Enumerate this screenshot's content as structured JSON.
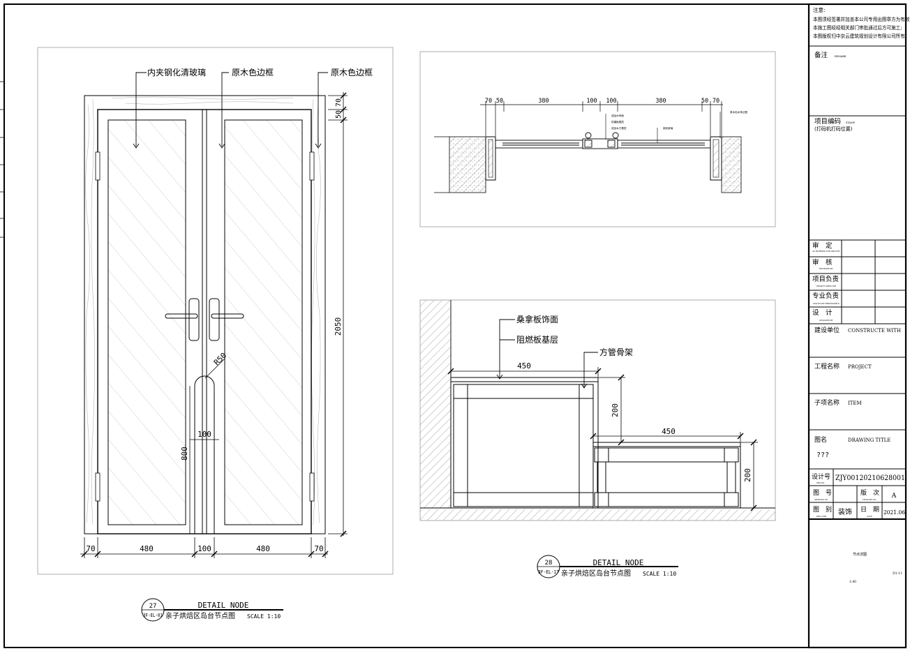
{
  "sheet": {
    "notes": {
      "title": "注意:",
      "lines": [
        "本图须经签署并加盖本公司专用出图章方为有效;",
        "本施工图经经相关部门审批通过后方可施工;",
        "本图版权归中京云建筑规划设计有限公司所有。"
      ]
    },
    "remark": {
      "label": "备注",
      "sub": "REMARK"
    },
    "project_code": {
      "label": "项目编码",
      "sub": "STAMP",
      "note": "(打码机打码位置)"
    },
    "signoffs": [
      {
        "label": "审　定",
        "sub": "AUTHORIZED FOR ISSUE BY"
      },
      {
        "label": "审　核",
        "sub": "REVIEWED BY"
      },
      {
        "label": "项目负责",
        "sub": "PROJECT DIRECTOR"
      },
      {
        "label": "专业负责",
        "sub": "DISCIPLINE RESPONSIBLE"
      },
      {
        "label": "设　计",
        "sub": "DESIGNED BY"
      }
    ],
    "construct_unit": {
      "label": "建设单位",
      "en": "CONSTRUCTE WITH"
    },
    "project_name": {
      "label": "工程名称",
      "en": "PROJECT"
    },
    "item_name": {
      "label": "子项名称",
      "en": "ITEM"
    },
    "drawing_title": {
      "label": "图名",
      "en": "DRAWING TITLE",
      "value": "???"
    },
    "design_no": {
      "label": "设计号",
      "sub": "PRO.NO.",
      "value": "ZJY00120210628001"
    },
    "drawing_no": {
      "label": "图　号",
      "sub": "DRAWING NO.",
      "version_label": "版　次",
      "version_sub": "CHANGES NO.",
      "version": "A"
    },
    "category": {
      "label": "图　别",
      "sub": "DWG.TYPE",
      "value": "装饰",
      "date_label": "日　期",
      "date_sub": "DATE",
      "date": "2021.06"
    },
    "footer": {
      "name": "节点详图",
      "code": "D1-11",
      "scale": "1:40"
    }
  },
  "door": {
    "labels": [
      "内夹钢化清玻璃",
      "原木色边框",
      "原木色边框"
    ],
    "dims_bottom": [
      "70",
      "480",
      "100",
      "480",
      "70"
    ],
    "dims_right": [
      "70",
      "50",
      "2050"
    ],
    "radius": "R50",
    "arch_width": "100",
    "arch_height": "800",
    "caption": {
      "num": "27",
      "ref": "3F-EL-01",
      "title": "DETAIL NODE",
      "name": "亲子烘焙区岛台节点图",
      "scale": "SCALE 1:10"
    }
  },
  "plan": {
    "dims_top": [
      "70",
      "50",
      "380",
      "100",
      "100",
      "380",
      "50",
      "70"
    ],
    "tiny_labels": [
      "成品木饰面",
      "防磨板基层",
      "成品木方基层",
      "钢化玻璃"
    ],
    "tiny_right": "原木色木饰边框"
  },
  "section": {
    "labels": [
      "桑拿板饰面",
      "阻燃板基层",
      "方管骨架"
    ],
    "dims": [
      "450",
      "200",
      "450",
      "200"
    ],
    "caption": {
      "num": "28",
      "ref": "3F-EL-17",
      "title": "DETAIL NODE",
      "name": "亲子烘焙区岛台节点图",
      "scale": "SCALE 1:10"
    }
  }
}
